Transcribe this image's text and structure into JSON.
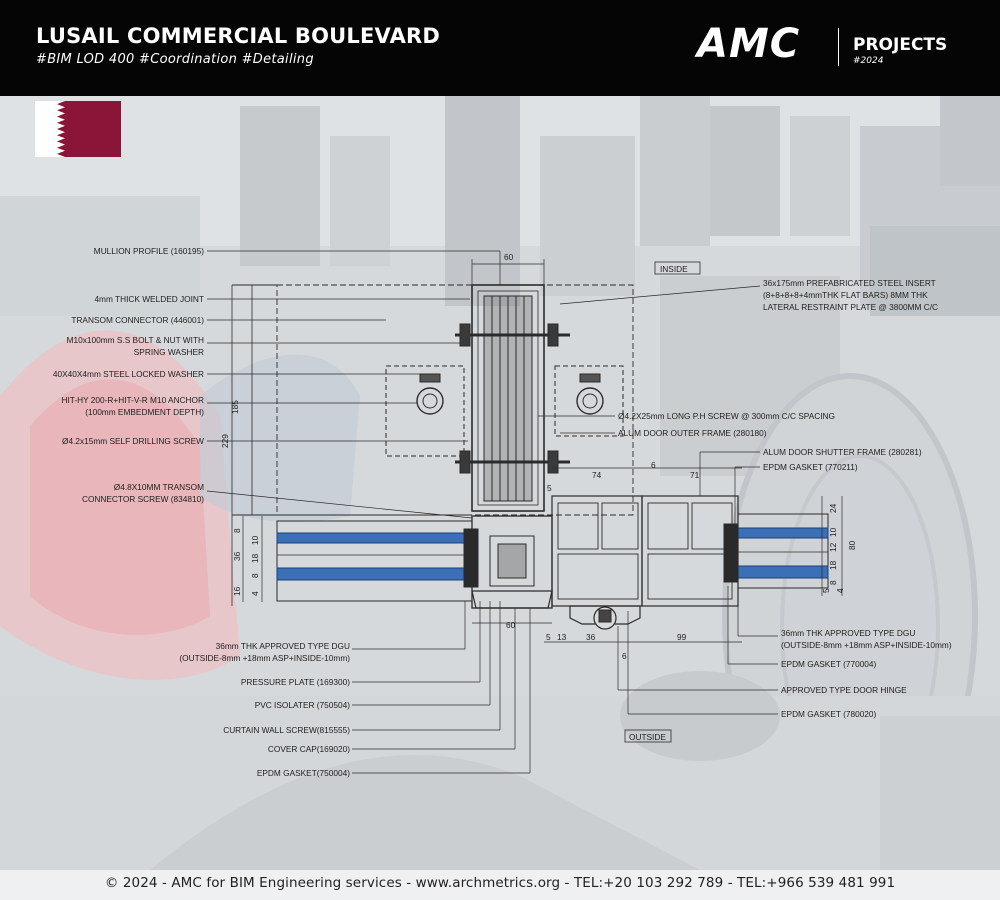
{
  "header": {
    "title": "LUSAIL COMMERCIAL BOULEVARD",
    "tags": "#BIM LOD 400   #Coordination  #Detailing",
    "logo": "AMC",
    "projects_label": "PROJECTS",
    "year": "#2024"
  },
  "flag_colors": {
    "white": "#ffffff",
    "maroon": "#8a1538"
  },
  "footer": {
    "text": "© 2024 - AMC for BIM Engineering services   -   www.archmetrics.org   -   TEL:+20 103 292 789   -   TEL:+966 539 481 991"
  },
  "diagram": {
    "labels_left": [
      "MULLION PROFILE (160195)",
      "4mm THICK WELDED JOINT",
      "TRANSOM CONNECTOR (446001)",
      "M10x100mm S.S BOLT & NUT WITH",
      "SPRING WASHER",
      "40X40X4mm STEEL LOCKED WASHER",
      "HIT-HY 200-R+HIT-V-R M10 ANCHOR",
      "(100mm EMBEDMENT DEPTH)",
      "Ø4.2x15mm SELF DRILLING SCREW",
      "Ø4.8X10MM TRANSOM",
      "CONNECTOR SCREW (834810)"
    ],
    "labels_bottom_left": [
      "36mm THK APPROVED TYPE DGU",
      "(OUTSIDE-8mm +18mm ASP+INSIDE-10mm)",
      "PRESSURE PLATE (169300)",
      "PVC ISOLATER (750504)",
      "CURTAIN WALL SCREW(815555)",
      "COVER CAP(169020)",
      "EPDM GASKET(750004)"
    ],
    "labels_right": [
      "36x175mm PREFABRICATED STEEL INSERT",
      "(8+8+8+8+4mmTHK FLAT BARS) 8MM THK",
      "LATERAL RESTRAINT PLATE @ 3800MM C/C",
      "Ø4.2X25mm LONG P.H SCREW @ 300mm C/C SPACING",
      "ALUM DOOR OUTER FRAME (280180)",
      "ALUM DOOR SHUTTER FRAME (280281)",
      "EPDM GASKET (770211)"
    ],
    "labels_bottom_right": [
      "36mm THK APPROVED TYPE DGU",
      "(OUTSIDE-8mm +18mm ASP+INSIDE-10mm)",
      "EPDM GASKET (770004)",
      "APPROVED TYPE DOOR HINGE",
      "EPDM GASKET (780020)"
    ],
    "tag_inside": "INSIDE",
    "tag_outside": "OUTSIDE",
    "dims_top": "60",
    "dims_mid": [
      "74",
      "6",
      "71",
      "5"
    ],
    "dims_bottom": [
      "60",
      "5",
      "13",
      "36",
      "99",
      "6"
    ],
    "dims_left_vertical": [
      "185",
      "229",
      "8",
      "36",
      "10",
      "18",
      "8",
      "16",
      "4"
    ],
    "dims_right_vertical": [
      "24",
      "10",
      "12",
      "80",
      "18",
      "8",
      "5",
      "4"
    ]
  }
}
